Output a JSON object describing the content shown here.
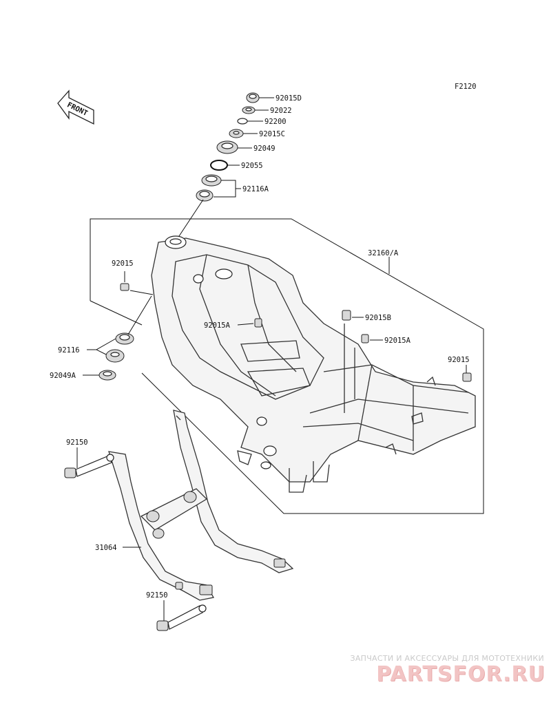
{
  "figure_code": "F2120",
  "front_arrow_text": "FRONT",
  "parts": {
    "p92015D": "92015D",
    "p92022": "92022",
    "p92200": "92200",
    "p92015C": "92015C",
    "p92049": "92049",
    "p92055": "92055",
    "p92116A": "92116A",
    "p32160A": "32160/A",
    "p92015_left": "92015",
    "p92015A_mid": "92015A",
    "p92015B": "92015B",
    "p92015A_right": "92015A",
    "p92015_right": "92015",
    "p92116": "92116",
    "p92049A": "92049A",
    "p92150_top": "92150",
    "p31064": "31064",
    "p92150_bottom": "92150"
  },
  "watermark": {
    "tagline": "ЗАПЧАСТИ И АКСЕССУАРЫ ДЛЯ МОТОТЕХНИКИ",
    "logo": "PARTSFOR.RU"
  }
}
